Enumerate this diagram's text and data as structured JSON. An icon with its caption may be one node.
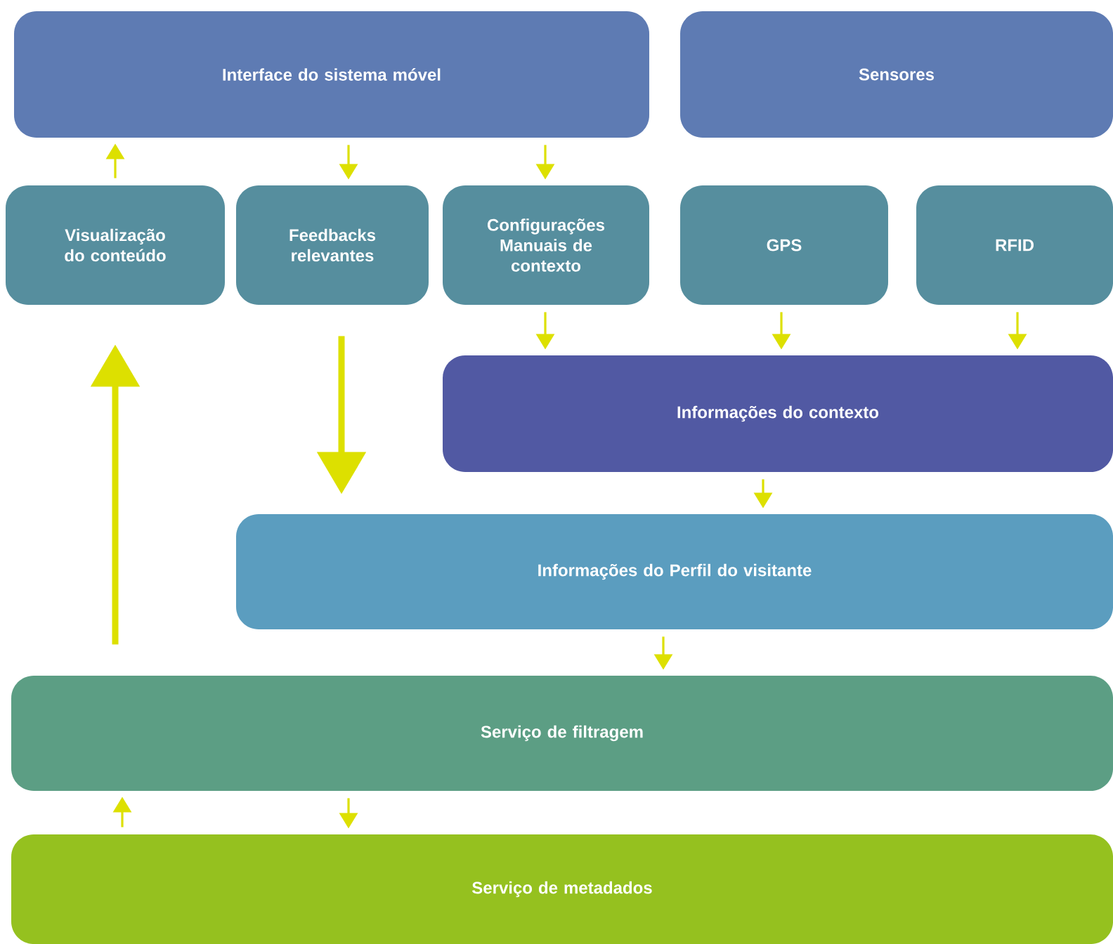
{
  "diagram": {
    "nodes": [
      {
        "text": [
          "Interface do sistema móvel"
        ]
      },
      {
        "text": [
          "Sensores"
        ]
      },
      {
        "text": [
          "Visualização do conteúdo"
        ]
      },
      {
        "text": [
          "Feedbacks relevantes"
        ]
      },
      {
        "text": [
          "Configurações Manuais de contexto"
        ]
      },
      {
        "text": [
          "GPS"
        ]
      },
      {
        "text": [
          "RFID"
        ]
      },
      {
        "text": [
          "Informações do contexto"
        ]
      },
      {
        "text": [
          "Informações do Perfil do visitante"
        ]
      },
      {
        "text": [
          "Serviço de filtragem"
        ]
      },
      {
        "text": [
          "Serviço de metadados"
        ]
      }
    ],
    "edges": [
      {
        "from": 2,
        "to": 0,
        "arrow": "to"
      },
      {
        "from": 0,
        "to": 3,
        "arrow": "to"
      },
      {
        "from": 0,
        "to": 4,
        "arrow": "to"
      },
      {
        "from": 4,
        "to": 7,
        "arrow": "to"
      },
      {
        "from": 5,
        "to": 7,
        "arrow": "to"
      },
      {
        "from": 6,
        "to": 7,
        "arrow": "to"
      },
      {
        "from": 7,
        "to": 8,
        "arrow": "to"
      },
      {
        "from": 3,
        "to": 8,
        "arrow": "to",
        "style": "thick"
      },
      {
        "from": 9,
        "to": 2,
        "arrow": "to",
        "style": "thick"
      },
      {
        "from": 8,
        "to": 9,
        "arrow": "to"
      },
      {
        "from": 10,
        "to": 9,
        "arrow": "to"
      },
      {
        "from": 9,
        "to": 10,
        "arrow": "to"
      }
    ]
  }
}
